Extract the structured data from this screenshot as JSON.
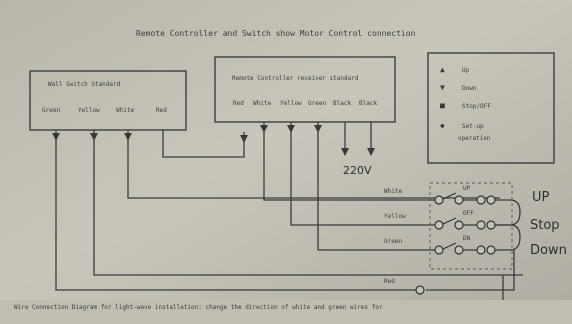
{
  "diagram": {
    "title": "Remote Controller and Switch show Motor Control connection",
    "footer": "Wire Connection Diagram for light-wave installation: change the direction of white and green wires for",
    "wall_switch": {
      "title": "Wall Switch Standard",
      "terminals": [
        "Green",
        "Yellow",
        "White",
        "Red"
      ]
    },
    "controller": {
      "title": "Remote Controller receiver standard",
      "terminals": [
        "Red",
        "White",
        "Yellow",
        "Green",
        "Black",
        "Black"
      ]
    },
    "voltage": "220V",
    "legend": [
      {
        "symbol": "▲",
        "label": "Up"
      },
      {
        "symbol": "▼",
        "label": "Down"
      },
      {
        "symbol": "■",
        "label": "Stop/OFF"
      },
      {
        "symbol": "◆",
        "label": "Set-up",
        "sub": "operation"
      }
    ],
    "wire_labels": [
      "White",
      "Yellow",
      "Green",
      "Red"
    ],
    "positions": [
      "UP",
      "Stop",
      "Down"
    ],
    "switch_marks": [
      "UP",
      "OFF",
      "DN"
    ]
  }
}
